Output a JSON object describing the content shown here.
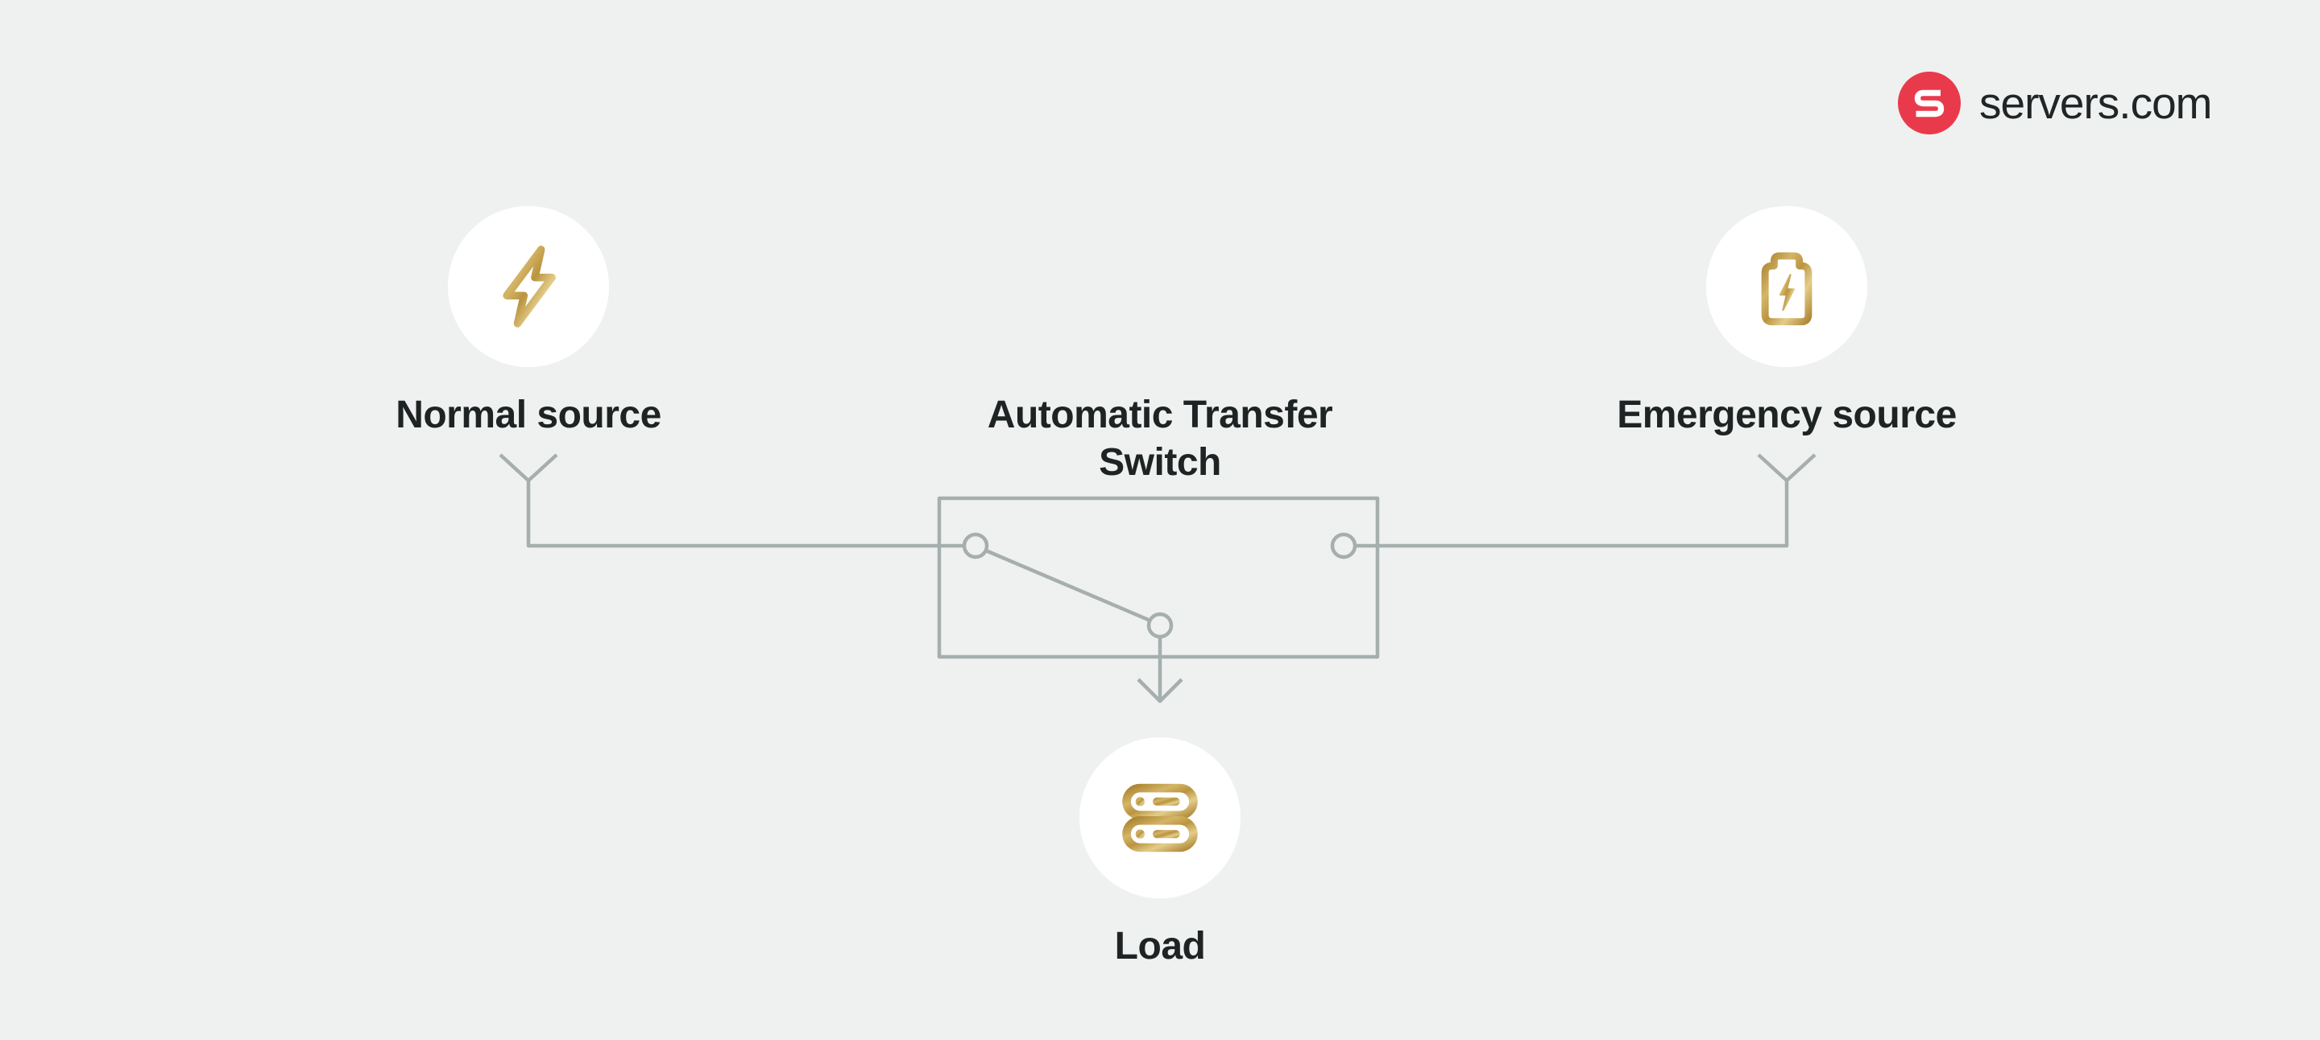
{
  "brand": {
    "logo_text": "servers.com",
    "logo_icon": "servers-logo-icon",
    "logo_color": "#e93a4b",
    "logo_text_color": "#202527"
  },
  "diagram": {
    "title_line1": "Automatic Transfer",
    "title_line2": "Switch",
    "nodes": {
      "normal": {
        "label": "Normal source",
        "icon": "lightning-bolt-icon"
      },
      "emergency": {
        "label": "Emergency source",
        "icon": "battery-charging-icon"
      },
      "load": {
        "label": "Load",
        "icon": "server-stack-icon"
      }
    },
    "edges": [
      {
        "from": "Normal source",
        "to": "Automatic Transfer Switch",
        "connected": true
      },
      {
        "from": "Emergency source",
        "to": "Automatic Transfer Switch",
        "connected": false
      },
      {
        "from": "Automatic Transfer Switch",
        "to": "Load",
        "arrow": true
      }
    ],
    "switch_state": "normal-source-connected",
    "colors": {
      "background": "#eff1f0",
      "line_gray": "#a6aeae",
      "icon_gold": "#c8a551",
      "node_fill": "#ffffff",
      "label_text": "#1e2323"
    }
  }
}
